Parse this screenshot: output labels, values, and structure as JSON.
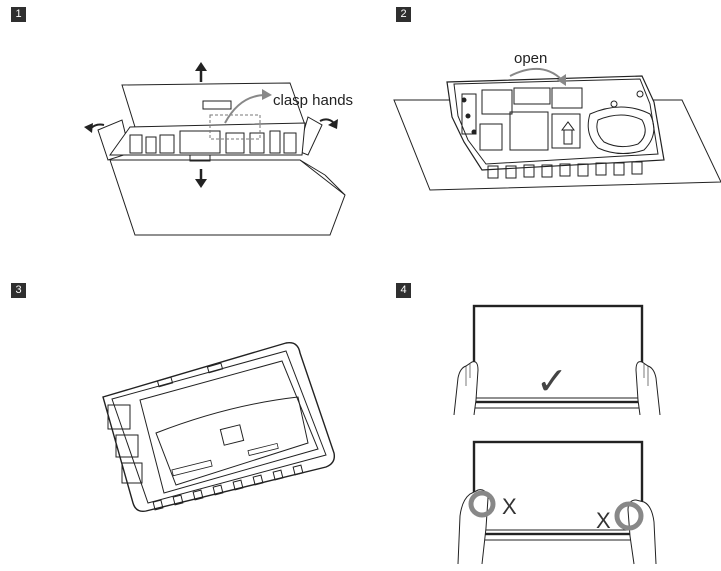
{
  "steps": [
    {
      "number": "1",
      "callout": "clasp hands"
    },
    {
      "number": "2",
      "callout": "open"
    },
    {
      "number": "3"
    },
    {
      "number": "4",
      "mark_correct": "✓",
      "mark_wrong": "X"
    }
  ]
}
